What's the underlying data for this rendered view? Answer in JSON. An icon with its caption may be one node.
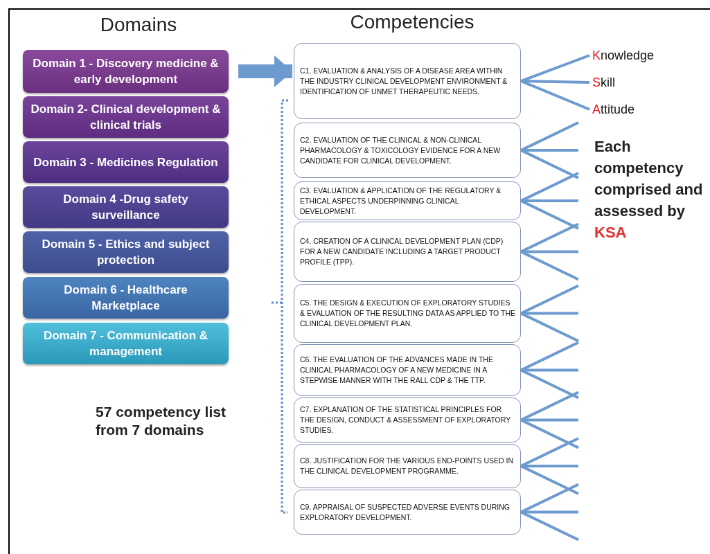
{
  "diagram": {
    "nodes": [
      {
        "text": [
          "Domain 1 - Discovery medicine & early development"
        ]
      },
      {
        "text": [
          "Domain 2- Clinical development & clinical trials"
        ]
      },
      {
        "text": [
          "Domain 3 - Medicines Regulation"
        ]
      },
      {
        "text": [
          "Domain 4 -Drug safety surveillance"
        ]
      },
      {
        "text": [
          "Domain 5 - Ethics and subject protection"
        ]
      },
      {
        "text": [
          "Domain 6 - Healthcare Marketplace"
        ]
      },
      {
        "text": [
          "Domain 7 - Communication & management"
        ]
      },
      {
        "text": [
          "C1. EVALUATION & ANALYSIS OF A DISEASE AREA WITHIN THE INDUSTRY CLINICAL DEVELOPMENT ENVIRONMENT & IDENTIFICATION OF UNMET THERAPEUTIC NEEDS."
        ]
      },
      {
        "text": [
          "C2. EVALUATION OF THE CLINICAL & NON-CLINICAL PHARMACOLOGY & TOXICOLOGY EVIDENCE FOR A NEW CANDIDATE FOR CLINICAL DEVELOPMENT."
        ]
      },
      {
        "text": [
          "C3. EVALUATION & APPLICATION OF THE REGULATORY & ETHICAL ASPECTS UNDERPINNING CLINICAL DEVELOPMENT."
        ]
      },
      {
        "text": [
          "C4. CREATION OF A CLINICAL DEVELOPMENT PLAN (CDP) FOR A NEW CANDIDATE INCLUDING A TARGET PRODUCT PROFILE (TPP)."
        ]
      },
      {
        "text": [
          "C5. THE DESIGN & EXECUTION OF EXPLORATORY STUDIES & EVALUATION OF THE RESULTING DATA AS APPLIED TO THE CLINICAL DEVELOPMENT PLAN."
        ]
      },
      {
        "text": [
          "C6. THE EVALUATION OF THE ADVANCES MADE IN THE CLINICAL PHARMACOLOGY OF A NEW MEDICINE IN A STEPWISE MANNER WITH THE RALL CDP & THE TTP."
        ]
      },
      {
        "text": [
          "C7. EXPLANATION OF THE STATISTICAL PRINCIPLES FOR THE DESIGN, CONDUCT & ASSESSMENT OF EXPLORATORY STUDIES."
        ]
      },
      {
        "text": [
          "C8. JUSTIFICATION FOR THE VARIOUS END-POINTS USED IN THE CLINICAL DEVELOPMENT PROGRAMME."
        ]
      },
      {
        "text": [
          "C9. APPRAISAL OF SUSPECTED ADVERSE EVENTS DURING EXPLORATORY DEVELOPMENT."
        ]
      },
      {
        "text": [
          "Knowledge"
        ]
      },
      {
        "text": [
          "Skill"
        ]
      },
      {
        "text": [
          "Attitude"
        ]
      }
    ],
    "edges": [
      {
        "from": 0,
        "to": 7,
        "arrow": "to",
        "style": "thick"
      },
      {
        "from": 7,
        "to": 16,
        "arrow": "none"
      },
      {
        "from": 7,
        "to": 17,
        "arrow": "none"
      },
      {
        "from": 7,
        "to": 18,
        "arrow": "none"
      },
      {
        "from": 8,
        "to": null,
        "arrow": "none"
      },
      {
        "from": 8,
        "to": null,
        "arrow": "none"
      },
      {
        "from": 8,
        "to": null,
        "arrow": "none"
      },
      {
        "from": 9,
        "to": null,
        "arrow": "none"
      },
      {
        "from": 9,
        "to": null,
        "arrow": "none"
      },
      {
        "from": 9,
        "to": null,
        "arrow": "none"
      },
      {
        "from": 10,
        "to": null,
        "arrow": "none"
      },
      {
        "from": 10,
        "to": null,
        "arrow": "none"
      },
      {
        "from": 10,
        "to": null,
        "arrow": "none"
      },
      {
        "from": 11,
        "to": null,
        "arrow": "none"
      },
      {
        "from": 11,
        "to": null,
        "arrow": "none"
      },
      {
        "from": 11,
        "to": null,
        "arrow": "none"
      },
      {
        "from": 12,
        "to": null,
        "arrow": "none"
      },
      {
        "from": 12,
        "to": null,
        "arrow": "none"
      },
      {
        "from": 12,
        "to": null,
        "arrow": "none"
      },
      {
        "from": 13,
        "to": null,
        "arrow": "none"
      },
      {
        "from": 13,
        "to": null,
        "arrow": "none"
      },
      {
        "from": 13,
        "to": null,
        "arrow": "none"
      },
      {
        "from": 14,
        "to": null,
        "arrow": "none"
      },
      {
        "from": 14,
        "to": null,
        "arrow": "none"
      },
      {
        "from": 14,
        "to": null,
        "arrow": "none"
      },
      {
        "from": 15,
        "to": null,
        "arrow": "none"
      },
      {
        "from": 15,
        "to": null,
        "arrow": "none"
      },
      {
        "from": 15,
        "to": null,
        "arrow": "none"
      }
    ],
    "labels": [
      "Domains",
      "Competencies",
      "57 competency list from 7 domains",
      "Each competency comprised and assessed by KSA"
    ]
  }
}
